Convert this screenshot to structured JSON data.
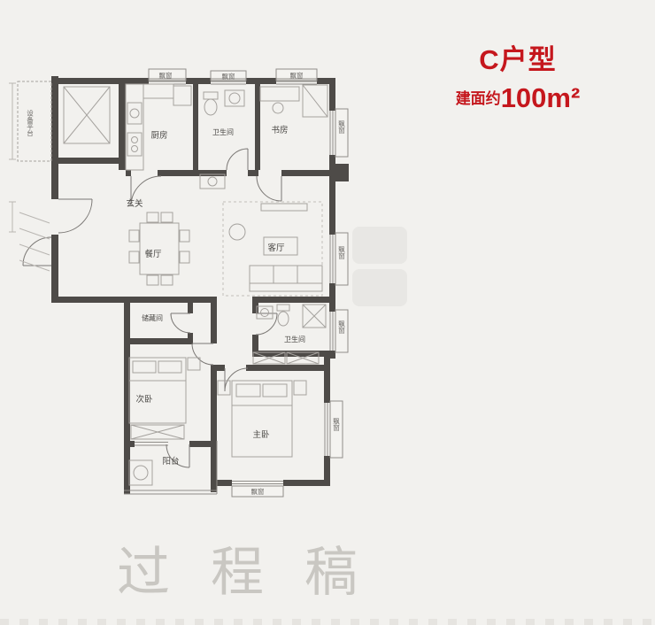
{
  "page": {
    "background": "#f2f1ee"
  },
  "header": {
    "unit_name": "C户型",
    "area_prefix": "建面约",
    "area_value": "100m²",
    "accent_color": "#c5171d"
  },
  "floorplan": {
    "wall_color": "#4e4b48",
    "line_color": "#9b9894",
    "labels": {
      "equipment_platform": "设备平台",
      "kitchen": "厨房",
      "bathroom_1": "卫生间",
      "study": "书房",
      "foyer": "玄关",
      "dining": "餐厅",
      "living": "客厅",
      "storage": "储藏间",
      "bathroom_2": "卫生间",
      "bedroom_2": "次卧",
      "master_bedroom": "主卧",
      "balcony": "阳台",
      "bay_window": "飘窗"
    }
  },
  "watermark": {
    "text": "过程稿"
  }
}
